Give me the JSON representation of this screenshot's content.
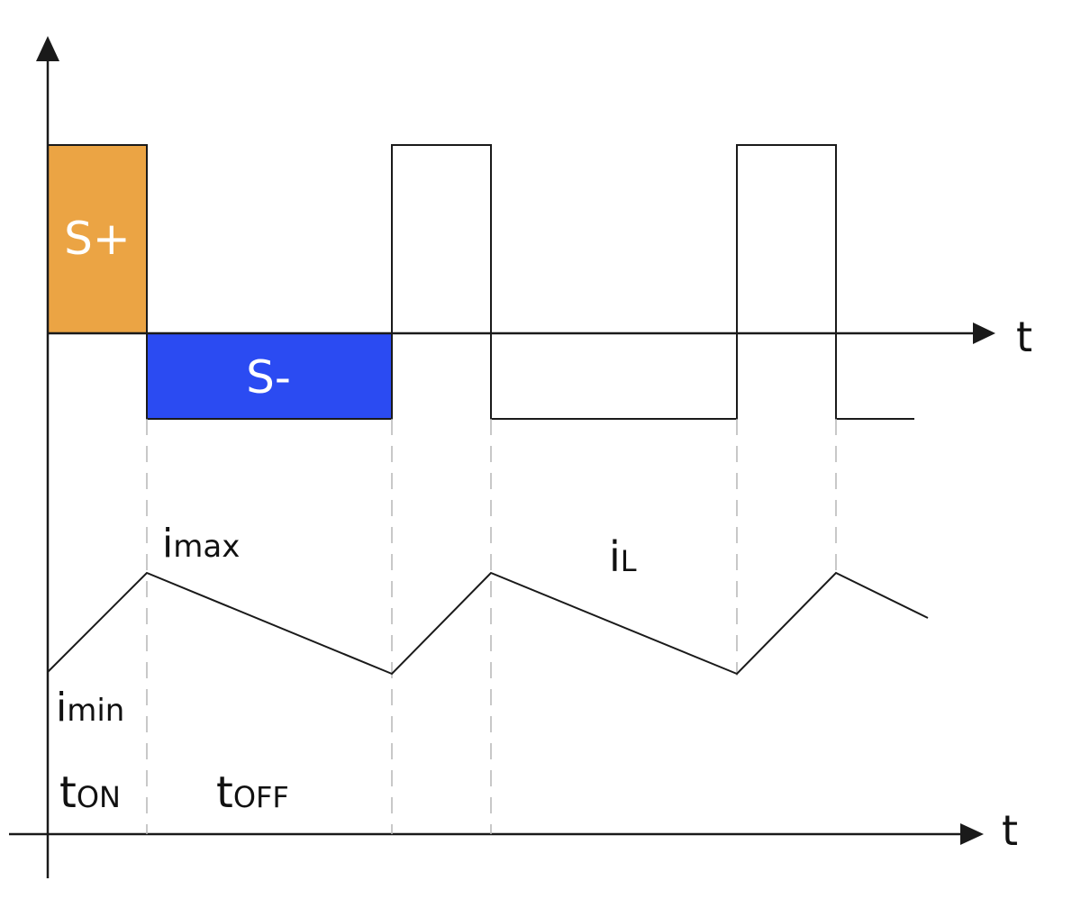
{
  "colors": {
    "s_plus_fill": "#EBA444",
    "s_minus_fill": "#2B4BF2",
    "line": "#1a1a1a",
    "dashed": "#b5b5b5"
  },
  "labels": {
    "s_plus": "S+",
    "s_minus": "S-",
    "axis_t_top": "t",
    "axis_t_bottom": "t",
    "i_max_main": "i",
    "i_max_sub": "max",
    "i_min_main": "i",
    "i_min_sub": "min",
    "i_l_main": "i",
    "i_l_sub": "L",
    "t_on_main": "t",
    "t_on_sub": "ON",
    "t_off_main": "t",
    "t_off_sub": "OFF"
  }
}
